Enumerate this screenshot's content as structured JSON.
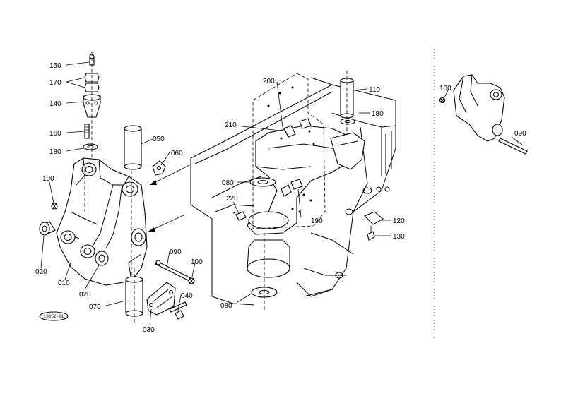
{
  "diagram": {
    "labels": {
      "l150": "150",
      "l170": "170",
      "l140": "140",
      "l160": "160",
      "l180a": "180",
      "l050": "050",
      "l060": "060",
      "l100a": "100",
      "l020a": "020",
      "l010": "010",
      "l020b": "020",
      "l070": "070",
      "l030": "030",
      "l090a": "090",
      "l100b": "100",
      "l040": "040",
      "l200": "200",
      "l110": "110",
      "l180b": "180",
      "l210": "210",
      "l080a": "080",
      "l220": "220",
      "l190": "190",
      "l120": "120",
      "l130": "130",
      "l080b": "080",
      "l100c": "100",
      "l090b": "090"
    },
    "stamp": "10052-01"
  }
}
